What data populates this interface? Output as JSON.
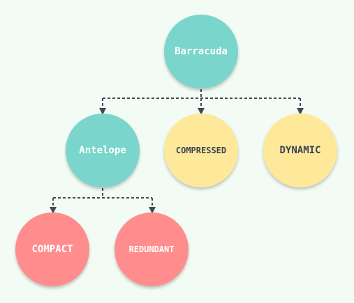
{
  "diagram": {
    "type": "tree",
    "colors": {
      "background": "#f3fcf4",
      "teal": "#7ad6cc",
      "yellow": "#fee99a",
      "pink": "#ff8d8d",
      "connector": "#3e4b55"
    },
    "nodes": {
      "barracuda": "Barracuda",
      "antelope": "Antelope",
      "compressed": "COMPRESSED",
      "dynamic": "DYNAMIC",
      "compact": "COMPACT",
      "redundant": "REDUNDANT"
    },
    "edges": [
      [
        "Barracuda",
        "Antelope"
      ],
      [
        "Barracuda",
        "COMPRESSED"
      ],
      [
        "Barracuda",
        "DYNAMIC"
      ],
      [
        "Antelope",
        "COMPACT"
      ],
      [
        "Antelope",
        "REDUNDANT"
      ]
    ]
  }
}
